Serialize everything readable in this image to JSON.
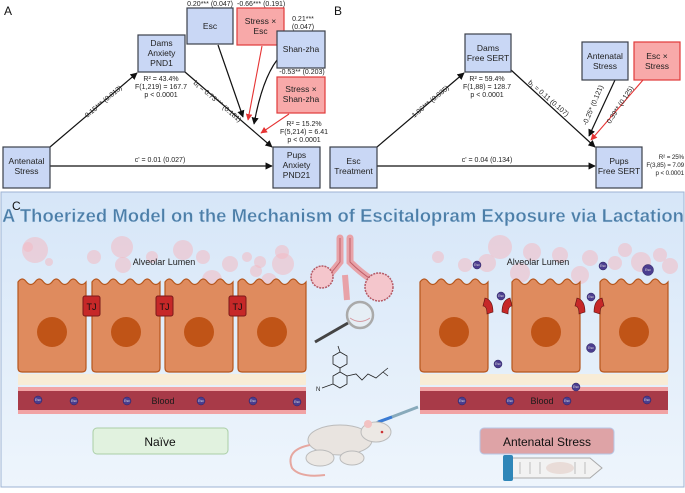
{
  "panel_a": {
    "label": "A",
    "antenatal_stress": [
      "Antenatal",
      "Stress"
    ],
    "dams": [
      "Dams",
      "Anxiety",
      "PND1"
    ],
    "esc": "Esc",
    "stress_esc": [
      "Stress ×",
      "Esc"
    ],
    "shanzha": "Shan-zha",
    "stress_shanzha": [
      "Stress ×",
      "Shan-zha"
    ],
    "pups": [
      "Pups",
      "Anxiety",
      "PND21"
    ],
    "coef_a": "-0.15*** (0.013)",
    "coef_b": "b₁ = 0.73*** (0.181)",
    "coef_c": "c' = 0.01 (0.027)",
    "coef_esc": "0.20*** (0.047)",
    "coef_stress_esc": "-0.66*** (0.191)",
    "coef_shanzha": [
      "0.21***",
      "(0.047)"
    ],
    "coef_stress_shanzha": "-0.53** (0.203)",
    "dams_stats": [
      "R² = 43.4%",
      "F(1,219) = 167.7",
      "p < 0.0001"
    ],
    "pups_stats": [
      "R² = 15.2%",
      "F(5,214) = 6.41",
      "p < 0.0001"
    ]
  },
  "panel_b": {
    "label": "B",
    "esc_treatment": [
      "Esc",
      "Treatment"
    ],
    "dams": [
      "Dams",
      "Free SERT"
    ],
    "antenatal_stress": [
      "Antenatal",
      "Stress"
    ],
    "esc_stress": [
      "Esc ×",
      "Stress"
    ],
    "pups": [
      "Pups",
      "Free SERT"
    ],
    "coef_a": "-1.06*** (0.935)",
    "coef_b": "b₁ = 0.11 (0.107)",
    "coef_c": "c' = 0.04 (0.134)",
    "coef_stress": "-0.25* (0.121)",
    "coef_interaction": "0.39** (0.125)",
    "dams_stats": [
      "R² = 59.4%",
      "F(1,88) = 128.7",
      "p < 0.0001"
    ],
    "pups_stats": [
      "R² = 25%",
      "F(3,85) = 7.09",
      "p < 0.0001"
    ]
  },
  "panel_c": {
    "label": "C",
    "title": "A Thoerized Model on the Mechanism of Escitalopram Exposure via Lactation",
    "lumen_left": "Alveolar Lumen",
    "lumen_right": "Alveolar Lumen",
    "tj": "TJ",
    "blood_left": "Blood",
    "blood_right": "Blood",
    "esc_molecule": "Esc",
    "naive": "Naïve",
    "antenatal_stress": "Antenatal Stress"
  },
  "colors": {
    "node": "#c9d7f5",
    "interaction_node": "#f8a9a9",
    "interaction_arrow": "#e63333",
    "cell": "#df8b5e",
    "blood": "#a83a48",
    "tight_junction": "#c62828"
  }
}
